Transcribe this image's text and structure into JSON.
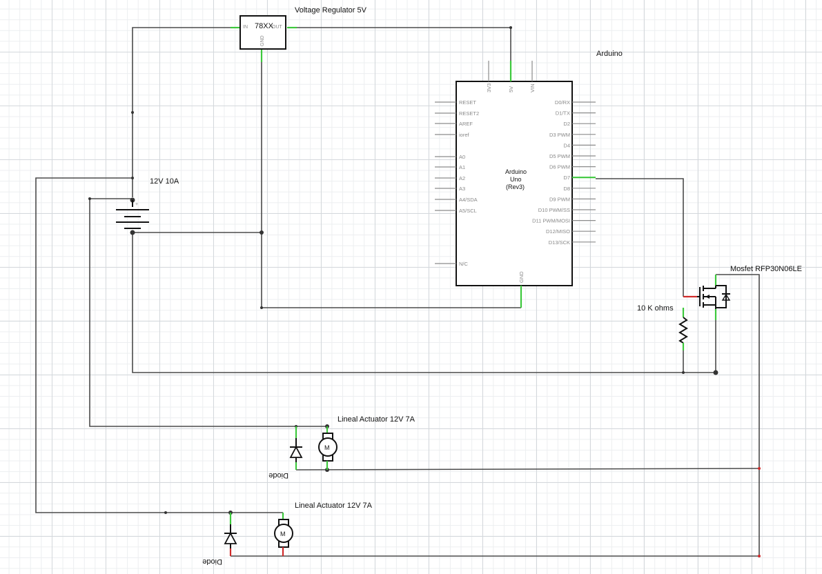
{
  "labels": {
    "regulator": "Voltage Regulator 5V",
    "regulator_part": "78XX",
    "reg_in": "IN",
    "reg_out": "OUT",
    "reg_gnd": "GND",
    "arduino": "Arduino",
    "arduino_body": [
      "Arduino",
      "Uno",
      "(Rev3)"
    ],
    "battery": "12V 10A",
    "mosfet": "Mosfet RFP30N06LE",
    "resistor": "10 K ohms",
    "actuator1": "Lineal Actuator 12V 7A",
    "actuator2": "Lineal Actuator 12V 7A",
    "diode": "Diode",
    "motor": "M"
  },
  "arduino_pins": {
    "top": [
      "3V3",
      "5V",
      "VIN"
    ],
    "left": [
      "RESET",
      "RESET2",
      "AREF",
      "ioref",
      "A0",
      "A1",
      "A2",
      "A3",
      "A4/SDA",
      "A5/SCL",
      "N/C"
    ],
    "right": [
      "D0/RX",
      "D1/TX",
      "D2",
      "D3 PWM",
      "D4",
      "D5 PWM",
      "D6 PWM",
      "D7",
      "D8",
      "D9 PWM",
      "D10 PWM/SS",
      "D11 PWM/MOSI",
      "D12/MISO",
      "D13/SCK"
    ],
    "bottom": [
      "GND"
    ]
  },
  "colors": {
    "wire": "#4a4a4a",
    "connected_pin": "#3cc83c",
    "red_pin": "#d02a2a",
    "component": "#111111"
  }
}
